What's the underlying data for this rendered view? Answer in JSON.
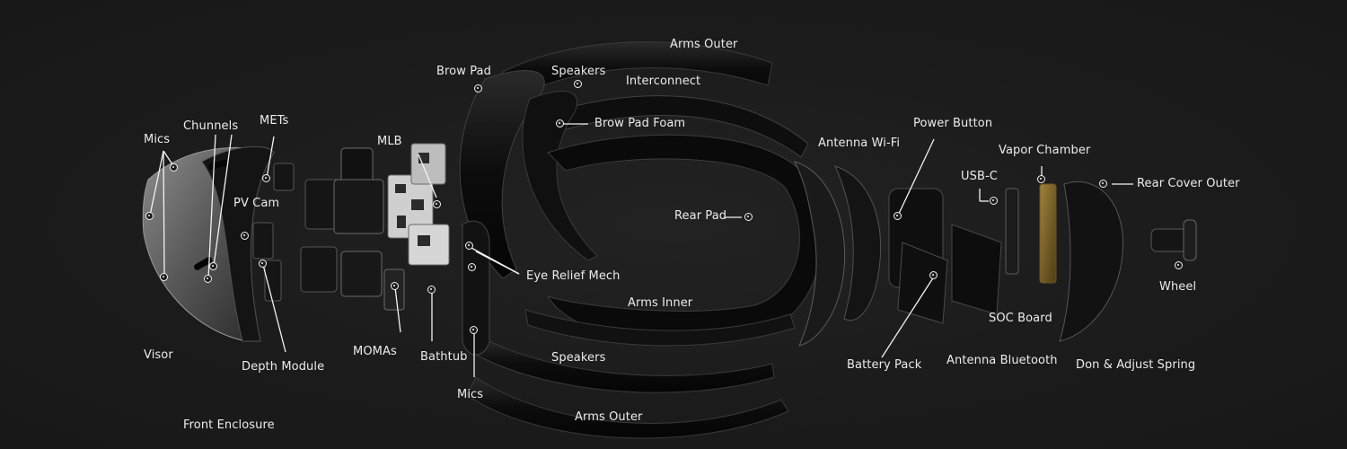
{
  "labels": {
    "mics_left": "Mics",
    "chunnels": "Chunnels",
    "mets": "METs",
    "pv_cam": "PV Cam",
    "mlb": "MLB",
    "brow_pad": "Brow Pad",
    "speakers_top": "Speakers",
    "arms_outer_top": "Arms Outer",
    "interconnect": "Interconnect",
    "brow_pad_foam": "Brow Pad Foam",
    "rear_pad": "Rear Pad",
    "eye_relief_mech": "Eye Relief Mech",
    "arms_inner": "Arms Inner",
    "speakers_bottom": "Speakers",
    "mics_bottom": "Mics",
    "arms_outer_bottom": "Arms Outer",
    "visor": "Visor",
    "depth_module": "Depth Module",
    "momas": "MOMAs",
    "bathtub": "Bathtub",
    "front_enclosure": "Front Enclosure",
    "antenna_wifi": "Antenna Wi-Fi",
    "power_button": "Power Button",
    "vapor_chamber": "Vapor Chamber",
    "usb_c": "USB-C",
    "rear_cover_outer": "Rear Cover Outer",
    "wheel": "Wheel",
    "battery_pack": "Battery Pack",
    "antenna_bluetooth": "Antenna Bluetooth",
    "soc_board": "SOC Board",
    "don_adjust_spring": "Don & Adjust Spring"
  },
  "colors": {
    "background": "#1c1c1c",
    "label_text": "#ececec",
    "leader_line": "#f2f2f2",
    "part_dark": "#0b0b0b",
    "part_edge": "#4a4a4a",
    "pcb_white": "#d8d8d8",
    "vapor_gold": "#8a6d2a"
  }
}
